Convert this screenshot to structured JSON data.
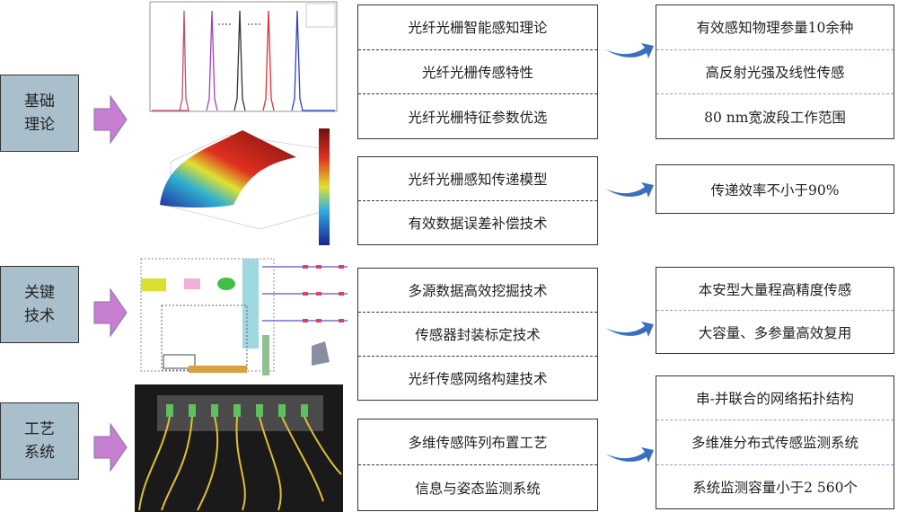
{
  "categories": [
    {
      "label_l1": "基础",
      "label_l2": "理论"
    },
    {
      "label_l1": "关键",
      "label_l2": "技术"
    },
    {
      "label_l1": "工艺",
      "label_l2": "系统"
    }
  ],
  "middle_boxes": [
    {
      "items": [
        "光纤光栅智能感知理论",
        "光纤光栅传感特性",
        "光纤光栅特征参数优选"
      ]
    },
    {
      "items": [
        "光纤光栅感知传递模型",
        "有效数据误差补偿技术"
      ]
    },
    {
      "items": [
        "多源数据高效挖掘技术",
        "传感器封装标定技术",
        "光纤传感网络构建技术"
      ]
    },
    {
      "items": [
        "多维传感阵列布置工艺",
        "信息与姿态监测系统"
      ]
    }
  ],
  "right_boxes": [
    {
      "items": [
        "有效感知物理参量10余种",
        "高反射光强及线性传感",
        "80 nm宽波段工作范围"
      ]
    },
    {
      "items": [
        "传递效率不小于90%"
      ]
    },
    {
      "items": [
        "本安型大量程高精度传感",
        "大容量、多参量高效复用"
      ]
    },
    {
      "items": [
        "串-并联合的网络拓扑结构",
        "多维准分布式传感监测系统",
        "系统监测容量小于2 560个"
      ]
    }
  ],
  "colors": {
    "category_fill": "#a9c0cc",
    "purple_arrow": "#c77fd0",
    "blue_arrow": "#3a6fc0",
    "right_divider": "#8f9fd4"
  }
}
